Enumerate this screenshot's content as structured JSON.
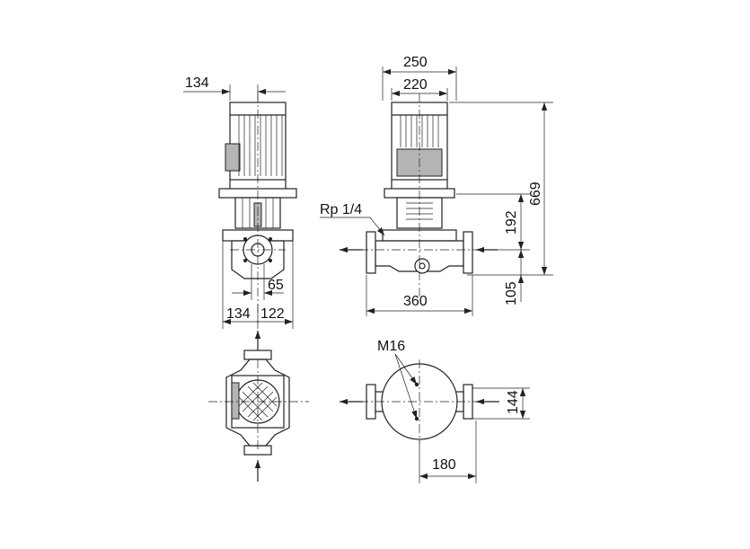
{
  "colors": {
    "line": "#222222",
    "background": "#ffffff",
    "shade": "#b5b5b5"
  },
  "labels": {
    "front_motor_offset": "134",
    "front_port": "65",
    "front_left_width": "134",
    "front_right_width": "122",
    "side_overall_width": "250",
    "side_motor_width": "220",
    "side_vent": "Rp 1/4",
    "side_height_total": "669",
    "side_height_port": "192",
    "side_port_to_ground": "105",
    "side_flange_length": "360",
    "bottom_bolt": "M16",
    "bottom_port_offset": "144",
    "bottom_bolt_spacing": "180"
  }
}
